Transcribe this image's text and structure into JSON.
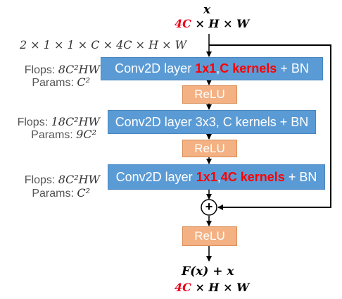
{
  "input": {
    "symbol": "x",
    "channels": "4C",
    "dims": " × H × W"
  },
  "shape_label": "2 × 1 × 1 × C × 4C × H × W",
  "layers": [
    {
      "flops_label": "Flops: ",
      "flops_value": "8C²HW",
      "params_label": "Params: ",
      "params_value": "C²",
      "conv_prefix": "Conv2D layer ",
      "conv_kernel": "1x1",
      "conv_sep": ", ",
      "conv_kernels": "C kernels",
      "conv_suffix": " + BN",
      "relu": "ReLU"
    },
    {
      "flops_label": "Flops: ",
      "flops_value": "18C²HW",
      "params_label": "Params: ",
      "params_value": "9C²",
      "conv_text": "Conv2D layer 3x3, C kernels + BN",
      "relu": "ReLU"
    },
    {
      "flops_label": "Flops: ",
      "flops_value": "8C²HW",
      "params_label": "Params: ",
      "params_value": "C²",
      "conv_prefix": "Conv2D layer ",
      "conv_kernel": "1x1",
      "conv_sep": ", ",
      "conv_kernels": "4C kernels",
      "conv_suffix": " + BN"
    }
  ],
  "add_symbol": "+",
  "final_relu": "ReLU",
  "output": {
    "expr": "F(x) + x",
    "channels": "4C",
    "dims": " × H × W"
  },
  "colors": {
    "conv_fill": "#5b9bd5",
    "relu_fill": "#f4b183",
    "highlight": "#ff0000",
    "channel_red": "#e8001c"
  }
}
